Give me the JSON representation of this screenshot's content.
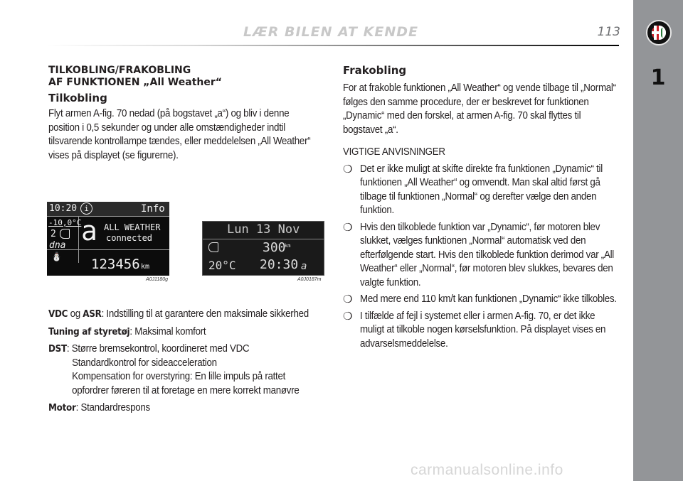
{
  "header": {
    "title": "LÆR BILEN AT KENDE",
    "page_number": "113",
    "chapter_number": "1"
  },
  "left": {
    "heading_line1": "TILKOBLING/FRAKOBLING",
    "heading_line2": "AF FUNKTIONEN „All Weather“",
    "subheading": "Tilkobling",
    "paragraph": "Flyt armen A-fig. 70 nedad (på bogstavet „a“) og bliv i denne position i 0,5 sekunder og under alle omstændigheder indtil tilsvarende kontrollampe tændes, eller meddelelsen „All Weather“ vises på displayet (se figurerne).",
    "vdc_label": "VDC",
    "vdc_og": " og ",
    "asr_label": "ASR",
    "vdc_text": ": Indstilling til at garantere den maksimale sikkerhed",
    "tuning_label": "Tuning af styretøj",
    "tuning_text": ": Maksimal komfort",
    "dst_label": "DST",
    "dst_line1": ": Større bremsekontrol, koordineret med VDC",
    "dst_line2": "Standardkontrol for sideacceleration",
    "dst_line3": "Kompensation for overstyring: En lille impuls på rattet",
    "dst_line4": "opfordrer føreren til at foretage en mere korrekt manøvre",
    "motor_label": "Motor",
    "motor_text": ": Standardrespons"
  },
  "display1": {
    "time": "10:20",
    "info_icon": "i",
    "info": "Info",
    "temp": "-10,0°C",
    "gear": "2",
    "dna": "dna",
    "mode_letter": "a",
    "msg_line1": "ALL WEATHER",
    "msg_line2": "connected",
    "odometer": "123456",
    "unit": "km",
    "fig_code": "A0J1180g"
  },
  "display2": {
    "date": "Lun 13 Nov",
    "range": "300",
    "range_unit": "km",
    "temp": "20°C",
    "time": "20:30",
    "mode_letter": "a",
    "fig_code": "A0J0187m"
  },
  "right": {
    "heading": "Frakobling",
    "paragraph": "For at frakoble funktionen „All Weather“ og vende tilbage til „Normal“ følges den samme procedure, der er beskrevet for funktionen „Dynamic“ med den forskel, at armen A-fig. 70 skal flyttes til bogstavet „a“.",
    "notes_title": "VIGTIGE ANVISNINGER",
    "bullets": [
      "Det er ikke muligt at skifte direkte fra funktionen „Dynamic“ til funktionen „All Weather“ og omvendt. Man skal altid først gå tilbage til funktionen „Normal“ og derefter vælge den anden funktion.",
      "Hvis den tilkoblede funktion var „Dynamic“, før motoren blev slukket, vælges funktionen „Normal“ automatisk ved den efterfølgende start. Hvis den tilkoblede funktion derimod var „All Weather“ eller „Normal“, før motoren blev slukkes, bevares den valgte funktion.",
      "Med mere end 110 km/t kan funktionen „Dynamic“ ikke tilkobles.",
      "I tilfælde af fejl i systemet eller i armen A-fig. 70, er det ikke muligt at tilkoble nogen kørselsfunktion. På displayet vises en advarselsmeddelelse."
    ],
    "bullet_symbol": "❍"
  },
  "watermark": "carmanualsonline.info"
}
